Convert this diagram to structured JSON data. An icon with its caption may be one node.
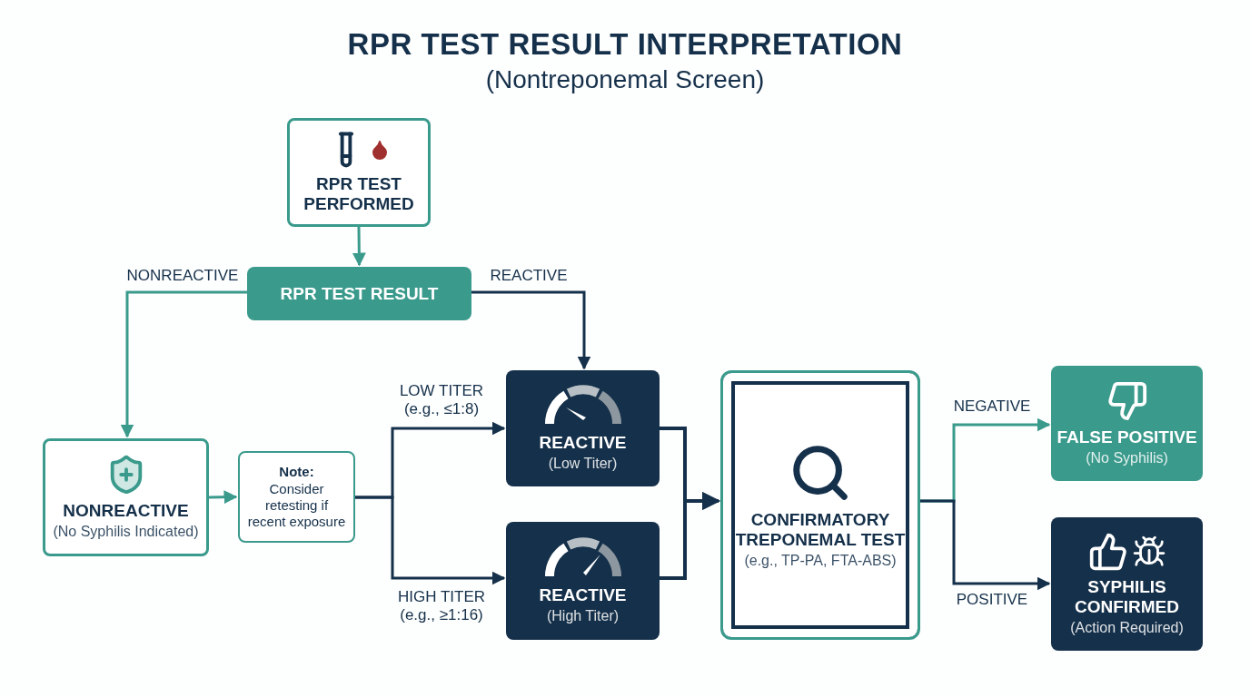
{
  "diagram": {
    "title": "RPR TEST RESULT INTERPRETATION",
    "nodes": [
      {
        "text": [
          "RPR TEST PERFORMED"
        ]
      },
      {
        "text": [
          "RPR TEST RESULT"
        ]
      },
      {
        "text": [
          "NONREACTIVE",
          "(No Syphilis Indicated)"
        ]
      },
      {
        "text": [
          "Note:",
          "Consider retesting if recent exposure"
        ]
      },
      {
        "text": [
          "REACTIVE",
          "(Low Titer)"
        ]
      },
      {
        "text": [
          "REACTIVE",
          "(High Titer)"
        ]
      },
      {
        "text": [
          "CONFIRMATORY TREPONEMAL TEST",
          "(e.g., TP-PA, FTA-ABS)"
        ]
      },
      {
        "text": [
          "FALSE POSITIVE",
          "(No Syphilis)"
        ]
      },
      {
        "text": [
          "SYPHILIS CONFIRMED",
          "(Action Required)"
        ]
      }
    ],
    "edges": [
      {
        "from": 0,
        "to": 1,
        "arrow": "to",
        "color": "#3a9a8c"
      },
      {
        "from": 1,
        "to": 2,
        "arrow": "to",
        "label": "NONREACTIVE",
        "color": "#3a9a8c"
      },
      {
        "from": 1,
        "to": 4,
        "arrow": "to",
        "label": "REACTIVE"
      },
      {
        "from": 2,
        "to": 3,
        "arrow": "to",
        "color": "#3a9a8c"
      },
      {
        "from": 3,
        "to": 4,
        "arrow": "to",
        "label": "LOW TITER (e.g., ≤1:8)"
      },
      {
        "from": 3,
        "to": 5,
        "arrow": "to",
        "label": "HIGH TITER (e.g., ≥1:16)"
      },
      {
        "from": 4,
        "to": 6,
        "arrow": "to"
      },
      {
        "from": 5,
        "to": 6,
        "arrow": "to"
      },
      {
        "from": 6,
        "to": 7,
        "arrow": "to",
        "label": "NEGATIVE",
        "color": "#3a9a8c"
      },
      {
        "from": 6,
        "to": 8,
        "arrow": "to",
        "label": "POSITIVE"
      }
    ],
    "labels": [
      "(Nontreponemal Screen)"
    ]
  }
}
